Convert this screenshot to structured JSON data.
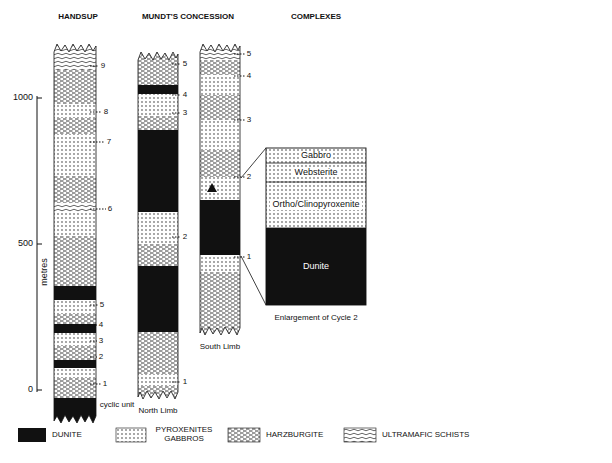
{
  "diagram": {
    "nodes": [
      {
        "text": [
          "Gabbro"
        ]
      },
      {
        "text": [
          "Websterite"
        ]
      },
      {
        "text": [
          "Ortho/Clinopyroxenite"
        ]
      },
      {
        "text": [
          "Dunite"
        ]
      }
    ],
    "labels": [
      "HANDSUP",
      "MUNDT'S CONCESSION",
      "COMPLEXES",
      "1000",
      "500",
      "0",
      "metres",
      "1",
      "2",
      "3",
      "4",
      "5",
      "6",
      "7",
      "8",
      "9",
      "cyclic unit",
      "1",
      "2",
      "3",
      "4",
      "5",
      "North Limb",
      "1",
      "2",
      "3",
      "4",
      "5",
      "South Limb",
      "Enlargement of Cycle 2"
    ],
    "legend": [
      {
        "text": "DUNITE",
        "color": "#111111"
      },
      {
        "text": "PYROXENITES GABBROS"
      },
      {
        "text": "HARZBURGITE"
      },
      {
        "text": "ULTRAMAFIC SCHISTS"
      }
    ]
  }
}
